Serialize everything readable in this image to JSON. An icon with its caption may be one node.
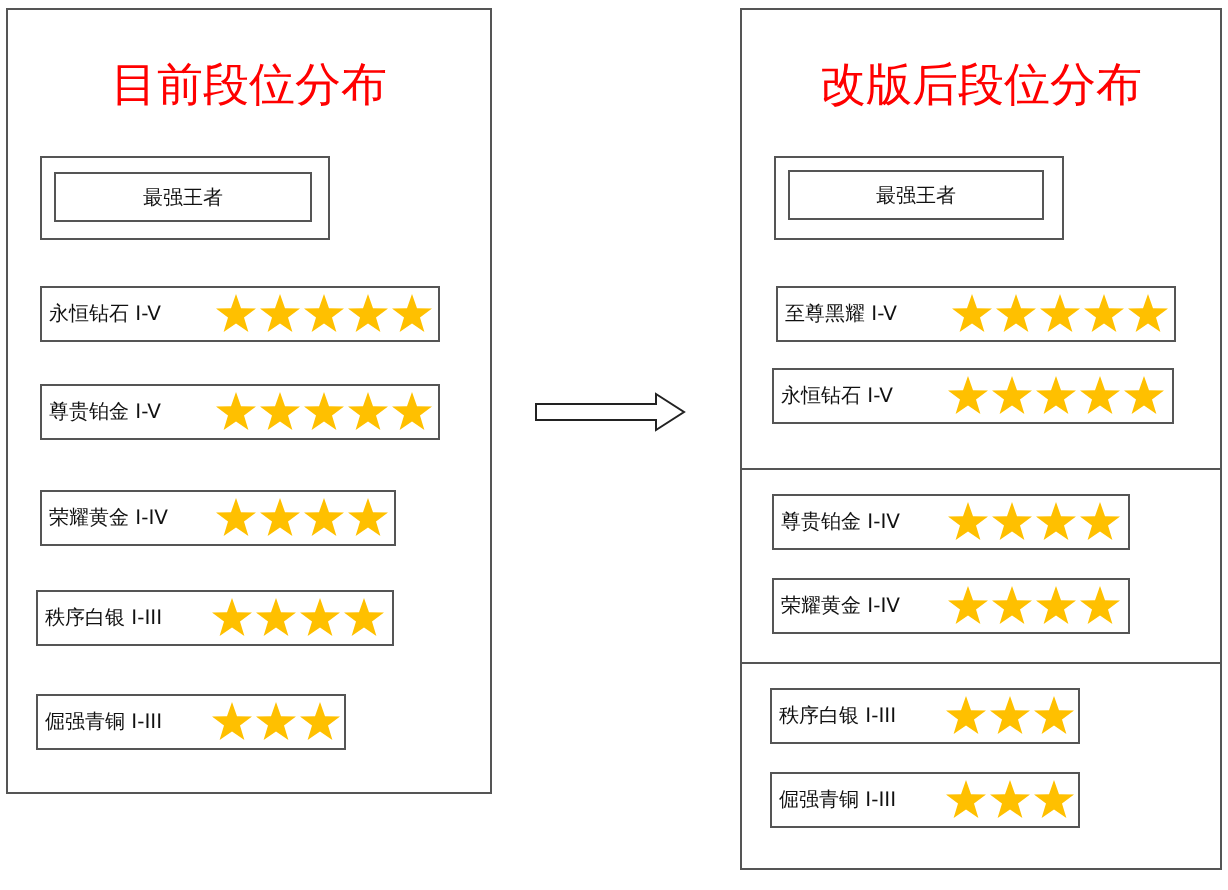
{
  "diagram": {
    "nodes": [
      {
        "text": [
          "目前段位分布"
        ]
      },
      {
        "text": [],
        "shape": "box",
        "in": 0
      },
      {
        "text": [
          "最强王者"
        ],
        "in": 1
      },
      {
        "text": [
          "永恒钻石 I-V"
        ],
        "in": 0
      },
      {
        "text": [
          "尊贵铂金 I-V"
        ],
        "in": 0
      },
      {
        "text": [
          "荣耀黄金 I-IV"
        ],
        "in": 0
      },
      {
        "text": [
          "秩序白银 I-III"
        ],
        "in": 0
      },
      {
        "text": [
          "倔强青铜 I-III"
        ],
        "in": 0
      },
      {
        "text": [
          "改版后段位分布"
        ]
      },
      {
        "text": [],
        "shape": "box",
        "in": 8
      },
      {
        "text": [
          "最强王者"
        ],
        "in": 9
      },
      {
        "text": [
          "至尊黑耀 I-V"
        ],
        "in": 8
      },
      {
        "text": [
          "永恒钻石 I-V"
        ],
        "in": 8
      },
      {
        "text": [
          "尊贵铂金 I-IV"
        ],
        "in": 8
      },
      {
        "text": [
          "荣耀黄金 I-IV"
        ],
        "in": 8
      },
      {
        "text": [
          "秩序白银 I-III"
        ],
        "in": 8
      },
      {
        "text": [
          "倔强青铜 I-III"
        ],
        "in": 8
      }
    ],
    "edges": [
      {
        "from": 0,
        "to": 8,
        "arrow": "to"
      }
    ]
  }
}
